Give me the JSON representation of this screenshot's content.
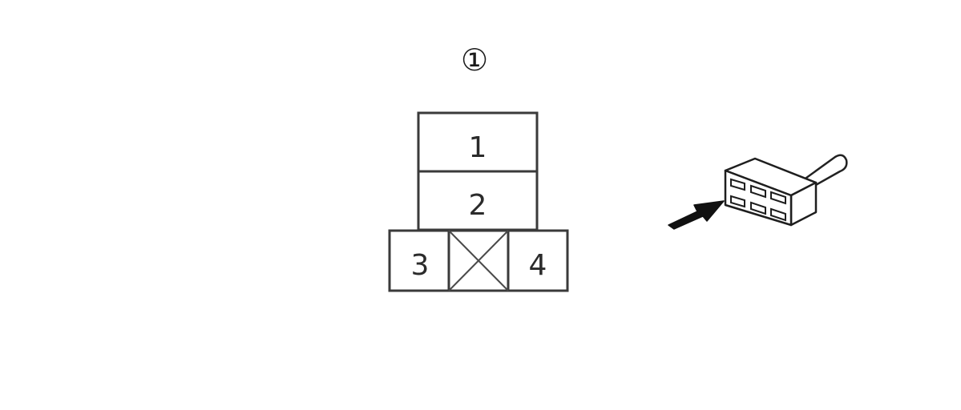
{
  "diagram": {
    "connector_id": "①",
    "pins": [
      {
        "label": "1"
      },
      {
        "label": "2"
      },
      {
        "label": "3"
      },
      {
        "label": "4"
      }
    ],
    "empty_cavity_icon": "cross-box-icon",
    "illustration_icon": "connector-with-arrow-icon",
    "colors": {
      "line": "#333333",
      "text": "#2b2b2b",
      "background": "#ffffff"
    }
  }
}
